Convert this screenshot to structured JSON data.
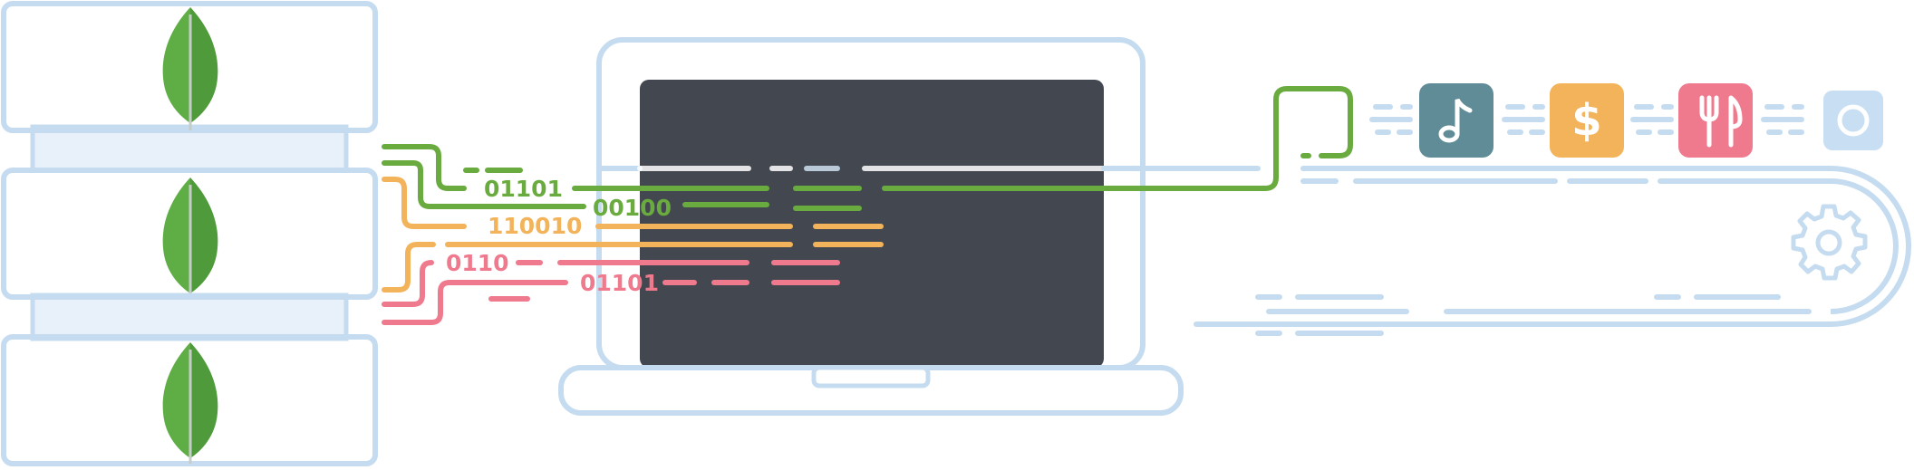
{
  "binary_labels": {
    "green_1": "01101",
    "green_2": "00100",
    "orange_1": "110010",
    "pink_1": "0110",
    "pink_2": "01101"
  },
  "icons": {
    "server_logo": "mongodb-leaf-icon",
    "app_1": "music-note-icon",
    "app_2": "dollar-icon",
    "app_3": "fork-knife-icon",
    "app_4": "camera-icon",
    "processor": "gear-icon"
  },
  "colors": {
    "outline": "#c5dcf0",
    "server_fill": "#e8f0fa",
    "screen": "#434850",
    "green": "#6aab3f",
    "orange": "#f2b35a",
    "pink": "#ef7a8e",
    "music_tile": "#5f8c96",
    "dollar_tile": "#f2b35a",
    "food_tile": "#ef7a8e",
    "camera_tile": "#c8def3"
  }
}
